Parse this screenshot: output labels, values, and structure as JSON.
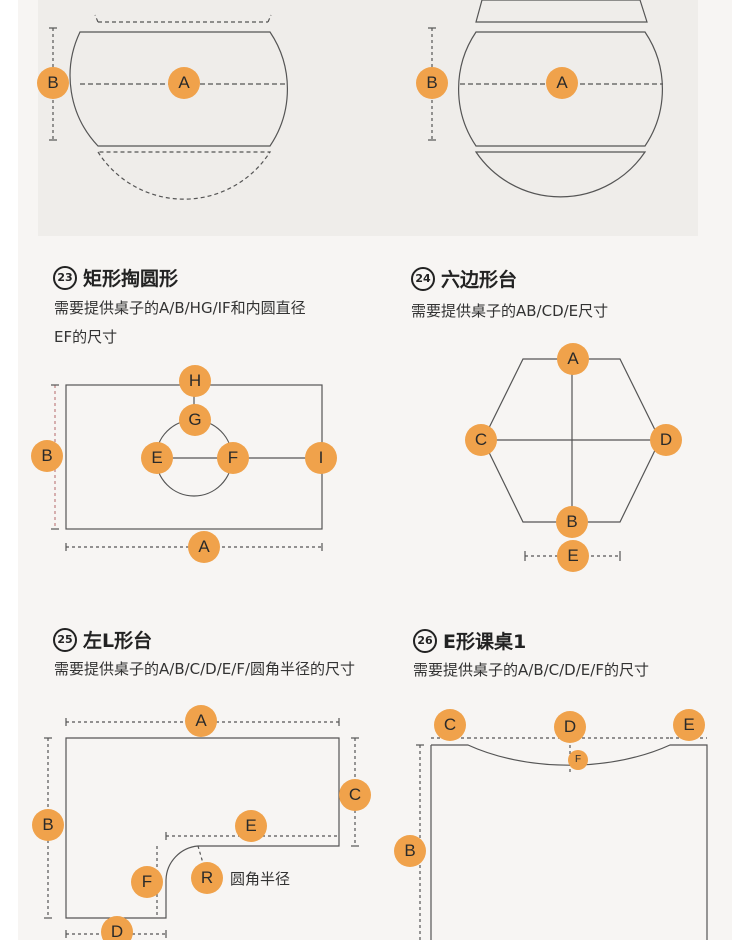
{
  "sections": [
    {
      "number": "23",
      "title": "矩形掏圆形",
      "desc_line1": "需要提供桌子的A/B/HG/IF和内圆直径",
      "desc_line2": "EF的尺寸"
    },
    {
      "number": "24",
      "title": "六边形台",
      "desc_line1": "需要提供桌子的AB/CD/E尺寸"
    },
    {
      "number": "25",
      "title": "左L形台",
      "desc_line1": "需要提供桌子的A/B/C/D/E/F/圆角半径的尺寸"
    },
    {
      "number": "26",
      "title": "E形课桌1",
      "desc_line1": "需要提供桌子的A/B/C/D/E/F的尺寸"
    }
  ],
  "labels": {
    "A": "A",
    "B": "B",
    "C": "C",
    "D": "D",
    "E": "E",
    "F": "F",
    "G": "G",
    "H": "H",
    "I": "I",
    "R": "R"
  },
  "radius_note": "圆角半径",
  "colors": {
    "badge": "#f0a24b",
    "line": "#555555",
    "panel": "#f7f5f3"
  }
}
